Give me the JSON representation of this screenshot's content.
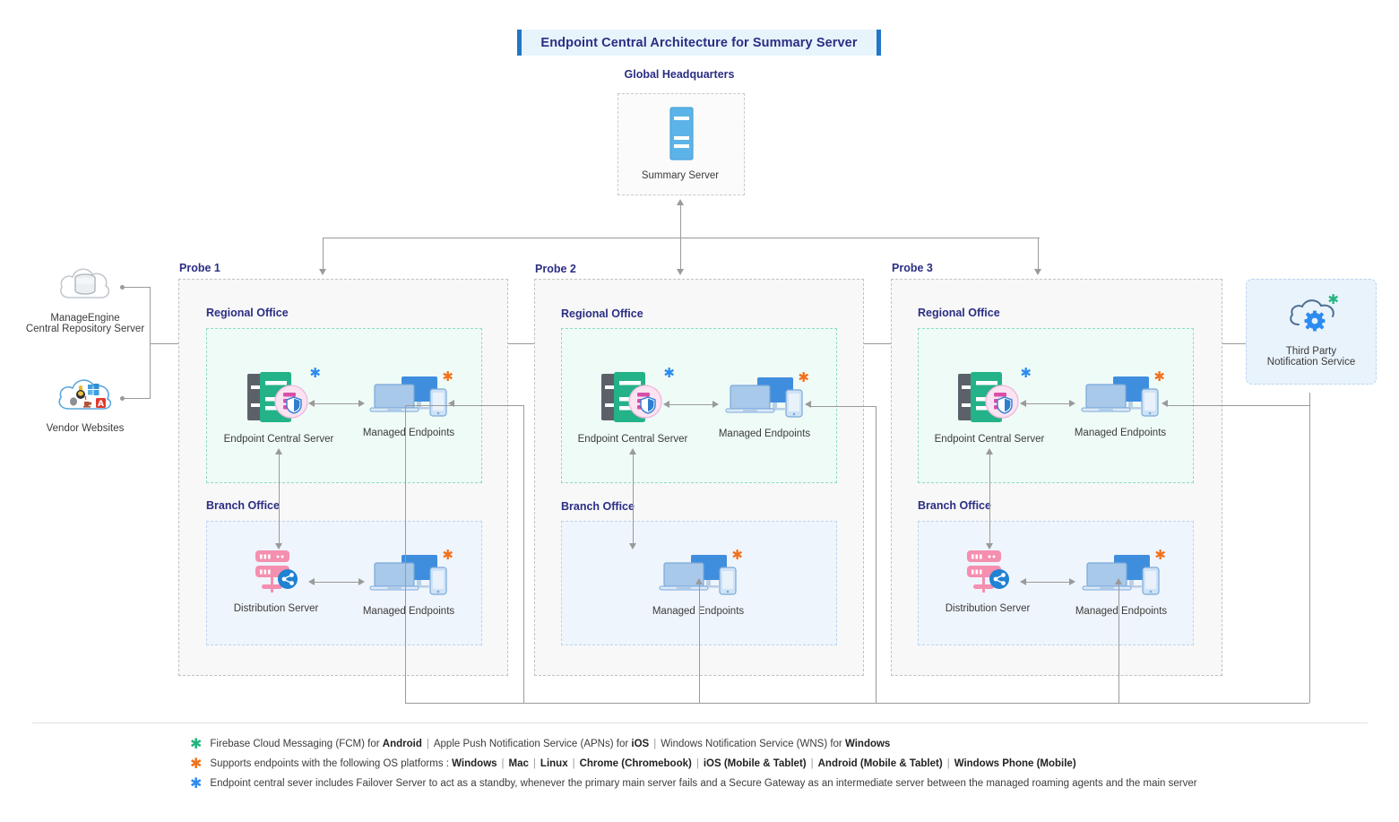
{
  "title": "Endpoint Central Architecture for Summary Server",
  "global_headquarters": {
    "label": "Global Headquarters",
    "node": {
      "label": "Summary Server",
      "icon": "server-icon"
    }
  },
  "external": {
    "repository": {
      "label_line1": "ManageEngine",
      "label_line2": "Central Repository Server",
      "icon": "cloud-database-icon"
    },
    "vendors": {
      "label": "Vendor Websites",
      "icon": "cloud-vendors-icon"
    },
    "third_party": {
      "label_line1": "Third Party",
      "label_line2": "Notification Service",
      "icon": "cloud-gear-icon",
      "asterisk": "green"
    }
  },
  "probes": [
    {
      "label": "Probe 1",
      "regional": {
        "label": "Regional Office",
        "server": {
          "label": "Endpoint Central Server",
          "icon": "endpoint-central-server-icon",
          "asterisk": "blue"
        },
        "endpoints": {
          "label": "Managed Endpoints",
          "icon": "devices-icon",
          "asterisk": "orange"
        }
      },
      "branch": {
        "label": "Branch Office",
        "distribution": {
          "label": "Distribution Server",
          "icon": "distribution-server-icon"
        },
        "endpoints": {
          "label": "Managed Endpoints",
          "icon": "devices-icon",
          "asterisk": "orange"
        }
      }
    },
    {
      "label": "Probe 2",
      "regional": {
        "label": "Regional Office",
        "server": {
          "label": "Endpoint Central Server",
          "icon": "endpoint-central-server-icon",
          "asterisk": "blue"
        },
        "endpoints": {
          "label": "Managed Endpoints",
          "icon": "devices-icon",
          "asterisk": "orange"
        }
      },
      "branch": {
        "label": "Branch Office",
        "distribution": null,
        "endpoints": {
          "label": "Managed Endpoints",
          "icon": "devices-icon",
          "asterisk": "orange"
        }
      }
    },
    {
      "label": "Probe 3",
      "regional": {
        "label": "Regional Office",
        "server": {
          "label": "Endpoint Central Server",
          "icon": "endpoint-central-server-icon",
          "asterisk": "blue"
        },
        "endpoints": {
          "label": "Managed Endpoints",
          "icon": "devices-icon",
          "asterisk": "orange"
        }
      },
      "branch": {
        "label": "Branch Office",
        "distribution": {
          "label": "Distribution Server",
          "icon": "distribution-server-icon"
        },
        "endpoints": {
          "label": "Managed Endpoints",
          "icon": "devices-icon",
          "asterisk": "orange"
        }
      }
    }
  ],
  "legend": [
    {
      "asterisk_color": "#24b47e",
      "parts": [
        {
          "text": "Firebase Cloud Messaging (FCM) for "
        },
        {
          "text": "Android",
          "bold": true
        },
        {
          "sep": true
        },
        {
          "text": "Apple Push Notification Service (APNs) for "
        },
        {
          "text": "iOS",
          "bold": true
        },
        {
          "sep": true
        },
        {
          "text": "Windows Notification Service (WNS) for "
        },
        {
          "text": "Windows",
          "bold": true
        }
      ]
    },
    {
      "asterisk_color": "#f2711c",
      "parts": [
        {
          "text": "Supports endpoints with the following OS platforms : "
        },
        {
          "text": "Windows",
          "bold": true
        },
        {
          "sep": true
        },
        {
          "text": "Mac",
          "bold": true
        },
        {
          "sep": true
        },
        {
          "text": "Linux",
          "bold": true
        },
        {
          "sep": true
        },
        {
          "text": "Chrome (Chromebook)",
          "bold": true
        },
        {
          "sep": true
        },
        {
          "text": "iOS (Mobile & Tablet)",
          "bold": true
        },
        {
          "sep": true
        },
        {
          "text": "Android (Mobile & Tablet)",
          "bold": true
        },
        {
          "sep": true
        },
        {
          "text": "Windows Phone (Mobile)",
          "bold": true
        }
      ]
    },
    {
      "asterisk_color": "#2d8cf0",
      "parts": [
        {
          "text": "Endpoint central sever includes Failover Server to act as a standby, whenever the primary main server fails and a Secure Gateway as an intermediate server between the managed roaming agents and the main server"
        }
      ]
    }
  ],
  "colors": {
    "title_text": "#2b2e83",
    "title_bg": "#e8f4fc",
    "title_edge": "#2176c7",
    "regional_fill": "#effbf6",
    "branch_fill": "#eff5fc",
    "server_green": "#24b289",
    "distribution_pink": "#f58fb0",
    "device_blue": "#3f8ede",
    "connector": "#9a9a9a"
  }
}
